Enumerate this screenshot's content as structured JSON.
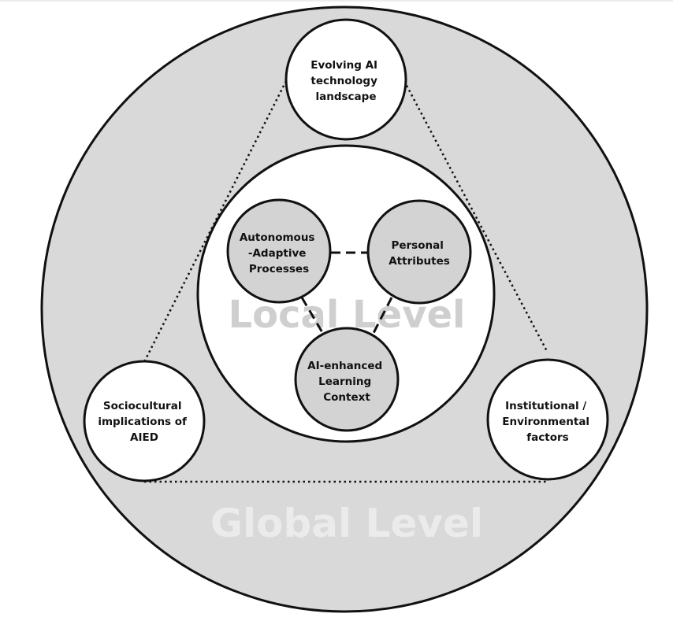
{
  "colors": {
    "background": "#ffffff",
    "global_fill": "#d9d9d9",
    "local_fill": "#ffffff",
    "inner_node_fill": "#d3d3d3",
    "outer_node_fill": "#ffffff",
    "stroke": "#111111",
    "level_label": "#ebebeb",
    "local_level_label": "#cfcfcf"
  },
  "levels": {
    "global": "Global Level",
    "local": "Local Level"
  },
  "outer_nodes": {
    "top": [
      "Evolving AI",
      "technology",
      "landscape"
    ],
    "left": [
      "Sociocultural",
      "implications of",
      "AIED"
    ],
    "right": [
      "Institutional /",
      "Environmental",
      "factors"
    ]
  },
  "inner_nodes": {
    "autonomous": [
      "Autonomous",
      "-Adaptive",
      "Processes"
    ],
    "personal": [
      "Personal",
      "Attributes"
    ],
    "context": [
      "AI-enhanced",
      "Learning",
      "Context"
    ]
  }
}
